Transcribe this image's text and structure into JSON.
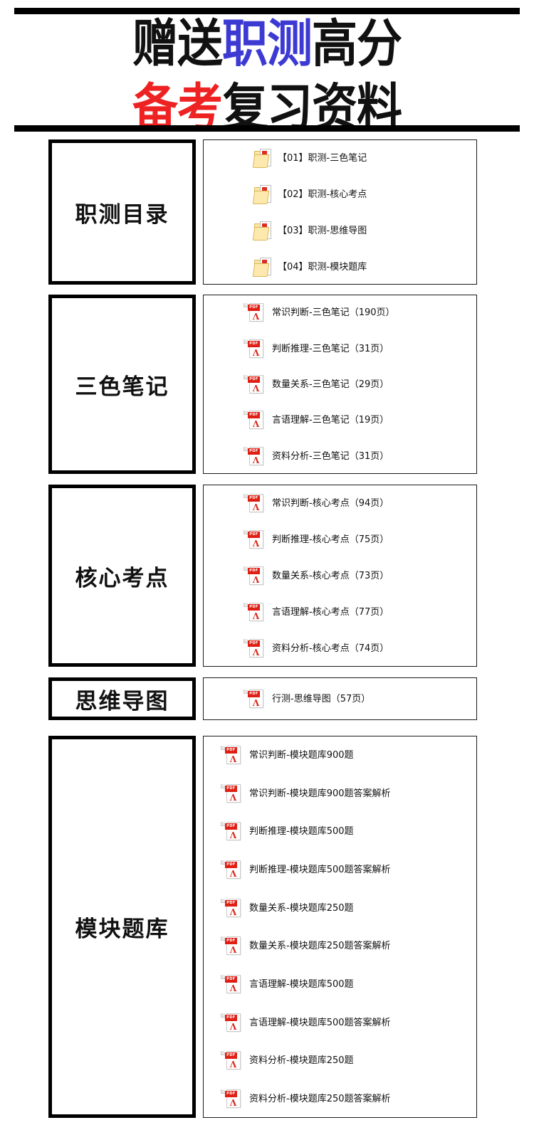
{
  "header": {
    "line1": [
      {
        "text": "赠送",
        "color": "#111111"
      },
      {
        "text": "职测",
        "color": "#3d3ad4"
      },
      {
        "text": "高分",
        "color": "#111111"
      }
    ],
    "line2": [
      {
        "text": "备考",
        "color": "#ee2222"
      },
      {
        "text": "复习资料",
        "color": "#111111"
      }
    ],
    "line1_plain": "赠送职测高分",
    "line2_plain": "备考复习资料",
    "accent_blue": "#3d3ad4",
    "accent_red": "#ee2222",
    "rule_color": "#000000"
  },
  "sections": [
    {
      "label": "职测目录",
      "icon_type": "folder-icon",
      "items": [
        {
          "label": "【01】职测-三色笔记",
          "icon": "folder-icon"
        },
        {
          "label": "【02】职测-核心考点",
          "icon": "folder-icon"
        },
        {
          "label": "【03】职测-思维导图",
          "icon": "folder-icon"
        },
        {
          "label": "【04】职测-模块题库",
          "icon": "folder-icon"
        }
      ]
    },
    {
      "label": "三色笔记",
      "icon_type": "pdf-icon",
      "items": [
        {
          "label": "常识判断-三色笔记（190页）",
          "icon": "pdf-icon"
        },
        {
          "label": "判断推理-三色笔记（31页）",
          "icon": "pdf-icon"
        },
        {
          "label": "数量关系-三色笔记（29页）",
          "icon": "pdf-icon"
        },
        {
          "label": "言语理解-三色笔记（19页）",
          "icon": "pdf-icon"
        },
        {
          "label": "资料分析-三色笔记（31页）",
          "icon": "pdf-icon"
        }
      ]
    },
    {
      "label": "核心考点",
      "icon_type": "pdf-icon",
      "items": [
        {
          "label": "常识判断-核心考点（94页）",
          "icon": "pdf-icon"
        },
        {
          "label": "判断推理-核心考点（75页）",
          "icon": "pdf-icon"
        },
        {
          "label": "数量关系-核心考点（73页）",
          "icon": "pdf-icon"
        },
        {
          "label": "言语理解-核心考点（77页）",
          "icon": "pdf-icon"
        },
        {
          "label": "资料分析-核心考点（74页）",
          "icon": "pdf-icon"
        }
      ]
    },
    {
      "label": "思维导图",
      "icon_type": "pdf-icon",
      "items": [
        {
          "label": "行测-思维导图（57页）",
          "icon": "pdf-icon"
        }
      ]
    },
    {
      "label": "模块题库",
      "icon_type": "pdf-icon",
      "items": [
        {
          "label": "常识判断-模块题库900题",
          "icon": "pdf-icon"
        },
        {
          "label": "常识判断-模块题库900题答案解析",
          "icon": "pdf-icon"
        },
        {
          "label": "判断推理-模块题库500题",
          "icon": "pdf-icon"
        },
        {
          "label": "判断推理-模块题库500题答案解析",
          "icon": "pdf-icon"
        },
        {
          "label": "数量关系-模块题库250题",
          "icon": "pdf-icon"
        },
        {
          "label": "数量关系-模块题库250题答案解析",
          "icon": "pdf-icon"
        },
        {
          "label": "言语理解-模块题库500题",
          "icon": "pdf-icon"
        },
        {
          "label": "言语理解-模块题库500题答案解析",
          "icon": "pdf-icon"
        },
        {
          "label": "资料分析-模块题库250题",
          "icon": "pdf-icon"
        },
        {
          "label": "资料分析-模块题库250题答案解析",
          "icon": "pdf-icon"
        }
      ]
    }
  ],
  "layout": {
    "section_tops": [
      196,
      414,
      681,
      952,
      1034
    ],
    "section_heights": [
      204,
      252,
      256,
      60,
      537
    ],
    "item_indents": [
      70,
      62,
      62,
      62,
      30
    ],
    "pdf_badge_text": "PDF"
  }
}
